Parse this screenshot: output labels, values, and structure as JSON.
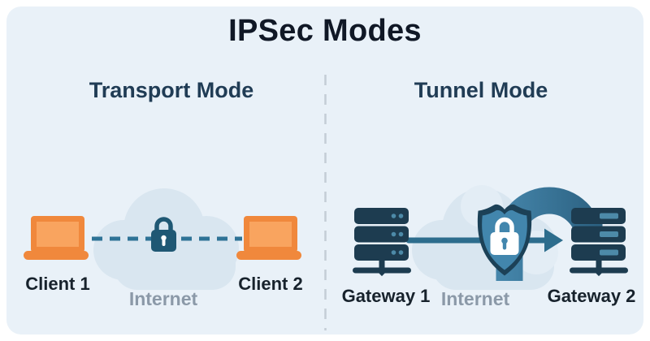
{
  "title": "IPSec Modes",
  "sections": {
    "transport": {
      "heading": "Transport Mode",
      "device_left": "Client 1",
      "device_right": "Client 2",
      "network": "Internet"
    },
    "tunnel": {
      "heading": "Tunnel Mode",
      "device_left": "Gateway 1",
      "device_right": "Gateway 2",
      "network": "Internet"
    }
  },
  "icons": {
    "client1-laptop-icon": "laptop",
    "client2-laptop-icon": "laptop",
    "internet-cloud-icon": "cloud",
    "lock-icon": "padlock",
    "encrypted-link-dashed": "dashed encrypted link",
    "gateway1-server-icon": "server rack",
    "gateway2-server-icon": "server rack",
    "gateway-link-line": "solid link line",
    "arrow-right-icon": "right arrow",
    "tunnel-arc-icon": "tunnel arch band",
    "shield-lock-icon": "shield with padlock",
    "section-divider": "vertical dashed divider"
  },
  "colors": {
    "background": "#ffffff",
    "card": "#e9f1f8",
    "title": "#101826",
    "heading": "#203c55",
    "label": "#17222c",
    "muted_label": "#8b99a8",
    "cloud": "#d9e6f0",
    "cloud_light": "#e3edf5",
    "laptop_frame": "#f0883c",
    "laptop_screen": "#f9a45f",
    "dashed_line": "#2e7396",
    "lock": "#1f5874",
    "server": "#1d3c50",
    "server_accent": "#4d8aa8",
    "connection": "#2d6d8d",
    "arc_light": "#4687ac",
    "arc_dark": "#2b6080",
    "shield_outer": "#1c4157",
    "shield_inner": "#4286ad",
    "divider": "#c4cdd6"
  }
}
